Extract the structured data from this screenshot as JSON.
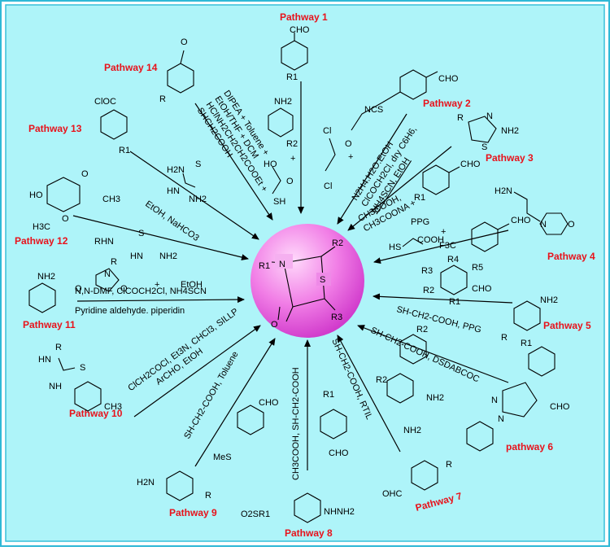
{
  "center": {
    "labels": [
      "R1",
      "R2",
      "R3",
      "N",
      "S",
      "O"
    ]
  },
  "pathways": [
    {
      "id": 1,
      "label": "Pathway 1"
    },
    {
      "id": 2,
      "label": "Pathway 2"
    },
    {
      "id": 3,
      "label": "Pathway 3"
    },
    {
      "id": 4,
      "label": "Pathway 4"
    },
    {
      "id": 5,
      "label": "Pathway 5"
    },
    {
      "id": 6,
      "label": "pathway 6"
    },
    {
      "id": 7,
      "label": "Pathway 7"
    },
    {
      "id": 8,
      "label": "Pathway 8"
    },
    {
      "id": 9,
      "label": "Pathway 9"
    },
    {
      "id": 10,
      "label": "Pathway 10"
    },
    {
      "id": 11,
      "label": "Pathway 11"
    },
    {
      "id": 12,
      "label": "Pathway 12"
    },
    {
      "id": 13,
      "label": "Pathway 13"
    },
    {
      "id": 14,
      "label": "Pathway 14"
    }
  ],
  "conditions": {
    "p2": [
      "N2H4.H2O.EtOH",
      "ClCOCH2Cl, dry C6H6,",
      "NH4SCN, EtOH"
    ],
    "p3": [
      "CH3COOH,",
      "CH3COONA +"
    ],
    "p4": [
      "PPG",
      "COOH"
    ],
    "p5": [
      "SH-CH2-COOH, PPG"
    ],
    "p6": [
      "SH-CH2-COOH, DSDABCOC"
    ],
    "p7": [
      "SH-CH2-COOH, RTIL"
    ],
    "p8": [
      "CH3COOH, SH-CH2-COOH"
    ],
    "p9": [
      "SH-CH2-COOH, Toluene"
    ],
    "p10": [
      "ClCH2COCl, Et3N, CHCl3, SILLP",
      "ArCHO, EtOH"
    ],
    "p11": [
      "N,N-DMF, ClCOCH2Cl, NH4SCN",
      "Pyridine aldehyde. piperidin"
    ],
    "p12": [
      "EtOH"
    ],
    "p13": [
      "EtOH, NaHCO3"
    ],
    "p14": [
      "DIPEA + Toluene +",
      "EtOH/THF + DCM",
      "HClNH2CH2CH2COOEt +",
      "SHCH2COOH"
    ]
  },
  "chem_labels": {
    "p1": [
      "CHO",
      "R1",
      "NH2",
      "R2",
      "HO",
      "O",
      "SH"
    ],
    "p2": [
      "CHO",
      "NCS",
      "Cl",
      "O",
      "Cl"
    ],
    "p3": [
      "R",
      "S",
      "N",
      "NH2",
      "CHO",
      "R1"
    ],
    "p4": [
      "H2N",
      "N",
      "O",
      "CHO",
      "F3C",
      "HS"
    ],
    "p5": [
      "R3",
      "R4",
      "R5",
      "R2",
      "R1",
      "CHO",
      "NH2",
      "R"
    ],
    "p6": [
      "R1",
      "N",
      "N",
      "CHO"
    ],
    "p7": [
      "R2",
      "NH2",
      "R2",
      "NH2",
      "R",
      "OHC"
    ],
    "p8": [
      "R1",
      "CHO",
      "O2SR1",
      "NHNH2"
    ],
    "p9": [
      "CHO",
      "MeS",
      "H2N",
      "R"
    ],
    "p10": [
      "R",
      "HN",
      "S",
      "NH",
      "CH3"
    ],
    "p11": [
      "NH2"
    ],
    "p12": [
      "HO",
      "CH3",
      "O",
      "H3C",
      "O",
      "R",
      "N",
      "O",
      "O",
      "+",
      "RHN",
      "S",
      "HN",
      "NH2"
    ],
    "p13": [
      "ClOC",
      "R1",
      "H2N",
      "S",
      "HN",
      "NH2"
    ],
    "p14": [
      "O",
      "R"
    ]
  }
}
